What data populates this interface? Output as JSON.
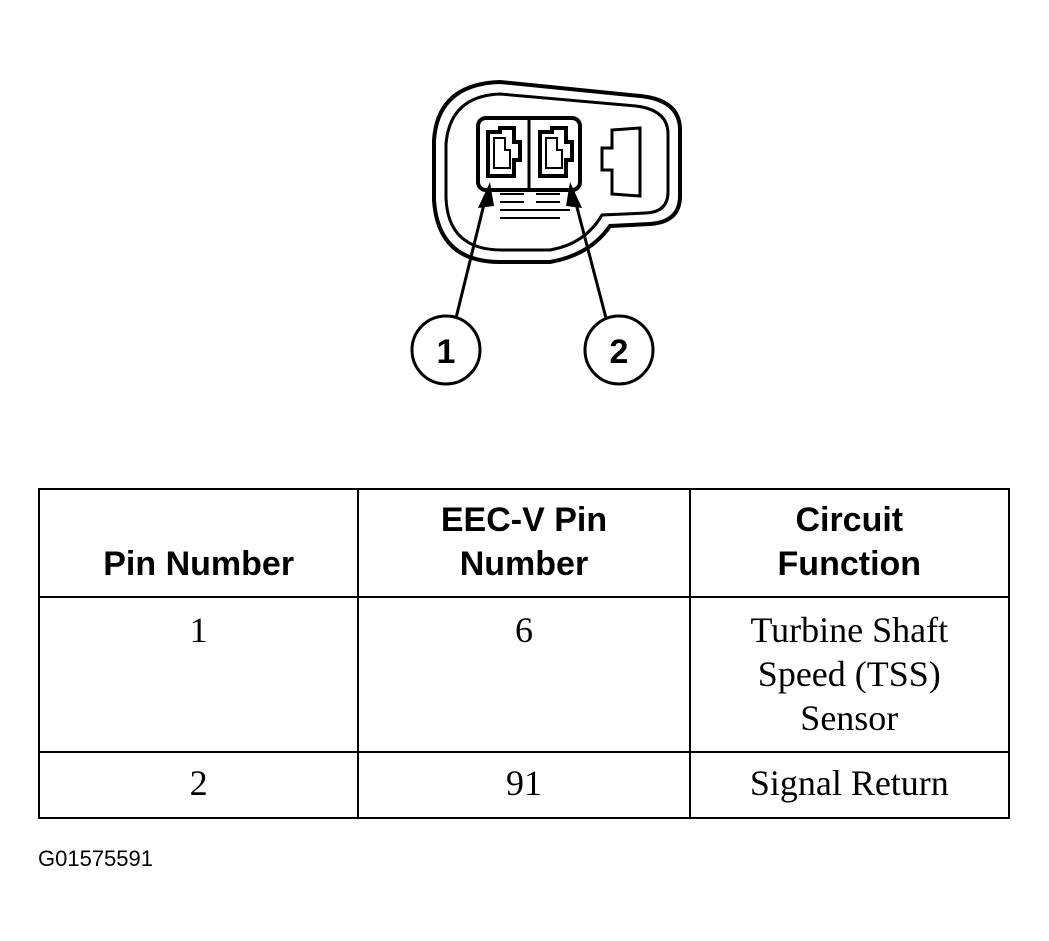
{
  "diagram": {
    "callouts": [
      {
        "label": "1"
      },
      {
        "label": "2"
      }
    ]
  },
  "table": {
    "headers": [
      {
        "lines": [
          "Pin Number"
        ]
      },
      {
        "lines": [
          "EEC-V Pin",
          "Number"
        ]
      },
      {
        "lines": [
          "Circuit",
          "Function"
        ]
      }
    ],
    "rows": [
      {
        "pin": "1",
        "eec_pin": "6",
        "function_lines": [
          "Turbine Shaft",
          "Speed (TSS)",
          "Sensor"
        ]
      },
      {
        "pin": "2",
        "eec_pin": "91",
        "function_lines": [
          "Signal Return"
        ]
      }
    ]
  },
  "figure_id": "G01575591"
}
